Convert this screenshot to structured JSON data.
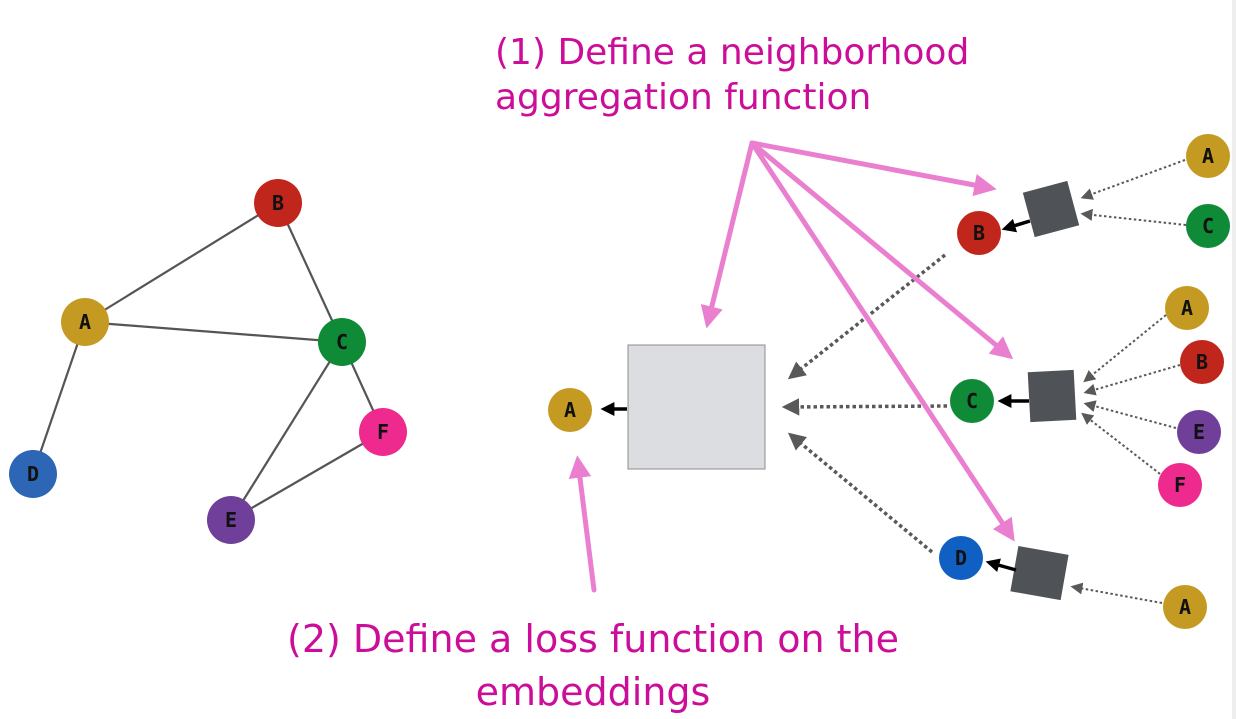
{
  "captions": {
    "aggregation_line1": "(1) Define a neighborhood",
    "aggregation_line2": "aggregation function",
    "loss_line1": "(2) Define a loss function on the",
    "loss_line2": "embeddings"
  },
  "colors": {
    "caption": "#cc0d99",
    "arrow_pink": "#ea7fd0",
    "A": "#c49a22",
    "B": "#c0261c",
    "C": "#0f8a36",
    "D": "#2c66b5",
    "E": "#6f3f9a",
    "F": "#ee2a8f",
    "agg_box": "#4f5358",
    "big_box": "#dcdde0"
  },
  "graph": {
    "nodes": [
      "A",
      "B",
      "C",
      "D",
      "E",
      "F"
    ],
    "edges": [
      [
        "A",
        "B"
      ],
      [
        "A",
        "C"
      ],
      [
        "B",
        "C"
      ],
      [
        "A",
        "D"
      ],
      [
        "C",
        "E"
      ],
      [
        "C",
        "F"
      ],
      [
        "E",
        "F"
      ]
    ]
  },
  "computation_tree": {
    "root": "A",
    "level1": [
      "B",
      "C",
      "D"
    ],
    "level2": {
      "B": [
        "A",
        "C"
      ],
      "C": [
        "A",
        "B",
        "E",
        "F"
      ],
      "D": [
        "A"
      ]
    }
  }
}
